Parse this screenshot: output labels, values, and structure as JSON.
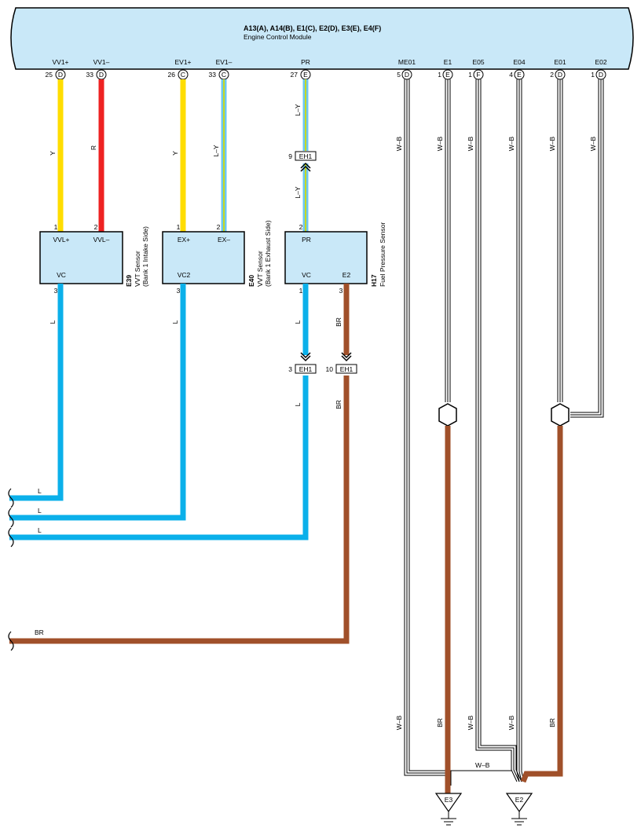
{
  "ecm": {
    "title": "A13(A), A14(B), E1(C), E2(D), E3(E), E4(F)",
    "subtitle": "Engine Control Module",
    "terminals": [
      {
        "signal": "VV1+",
        "pin": "25",
        "conn": "D"
      },
      {
        "signal": "VV1–",
        "pin": "33",
        "conn": "D"
      },
      {
        "signal": "EV1+",
        "pin": "26",
        "conn": "C"
      },
      {
        "signal": "EV1–",
        "pin": "33",
        "conn": "C"
      },
      {
        "signal": "PR",
        "pin": "27",
        "conn": "E"
      },
      {
        "signal": "ME01",
        "pin": "5",
        "conn": "D"
      },
      {
        "signal": "E1",
        "pin": "1",
        "conn": "E"
      },
      {
        "signal": "E05",
        "pin": "1",
        "conn": "F"
      },
      {
        "signal": "E04",
        "pin": "4",
        "conn": "E"
      },
      {
        "signal": "E01",
        "pin": "2",
        "conn": "D"
      },
      {
        "signal": "E02",
        "pin": "1",
        "conn": "D"
      }
    ]
  },
  "components": {
    "e39": {
      "code": "E39",
      "name": "VVT Sensor",
      "detail": "(Bank 1 Intake Side)",
      "t1": "VVL+",
      "t2": "VVL–",
      "t3": "VC",
      "p1": "1",
      "p2": "2",
      "p3": "3"
    },
    "e40": {
      "code": "E40",
      "name": "VVT Sensor",
      "detail": "(Bank 1 Exhaust Side)",
      "t1": "EX+",
      "t2": "EX–",
      "t3": "VC2",
      "p1": "1",
      "p2": "2",
      "p3": "3"
    },
    "h17": {
      "code": "H17",
      "name": "Fuel Pressure Sensor",
      "t1": "PR",
      "t2": "VC",
      "t3": "E2",
      "p1": "2",
      "p2": "1",
      "p3": "3"
    }
  },
  "connectors": {
    "eh1_pr": {
      "pin": "9",
      "name": "EH1"
    },
    "eh1_vc": {
      "pin": "3",
      "name": "EH1"
    },
    "eh1_e2": {
      "pin": "10",
      "name": "EH1"
    }
  },
  "wire_labels": {
    "y1": "Y",
    "r": "R",
    "y2": "Y",
    "ly1": "L–Y",
    "ly2": "L–Y",
    "ly3": "L–Y",
    "l1": "L",
    "l2": "L",
    "l3": "L",
    "l4": "L",
    "br1": "BR",
    "br2": "BR",
    "wb_me01": "W–B",
    "wb_e1": "W–B",
    "wb_e05": "W–B",
    "wb_e04": "W–B",
    "wb_e01": "W–B",
    "wb_e02": "W–B",
    "left_l1": "L",
    "left_l2": "L",
    "left_l3": "L",
    "left_br": "BR",
    "wb_bot1": "W–B",
    "br_bot1": "BR",
    "wb_bot2": "W–B",
    "wb_bot3": "W–B",
    "br_bot2": "BR",
    "wb_join": "W–B"
  },
  "grounds": {
    "g1": "E3",
    "g2": "E2"
  },
  "colors": {
    "yellow": "#ffdd00",
    "red": "#ee2222",
    "blue": "#0bb0ea",
    "brown": "#a0502a",
    "panel": "#c9e8f8",
    "lightblue": "#6cc7ef",
    "lygreen": "#c8d820"
  }
}
